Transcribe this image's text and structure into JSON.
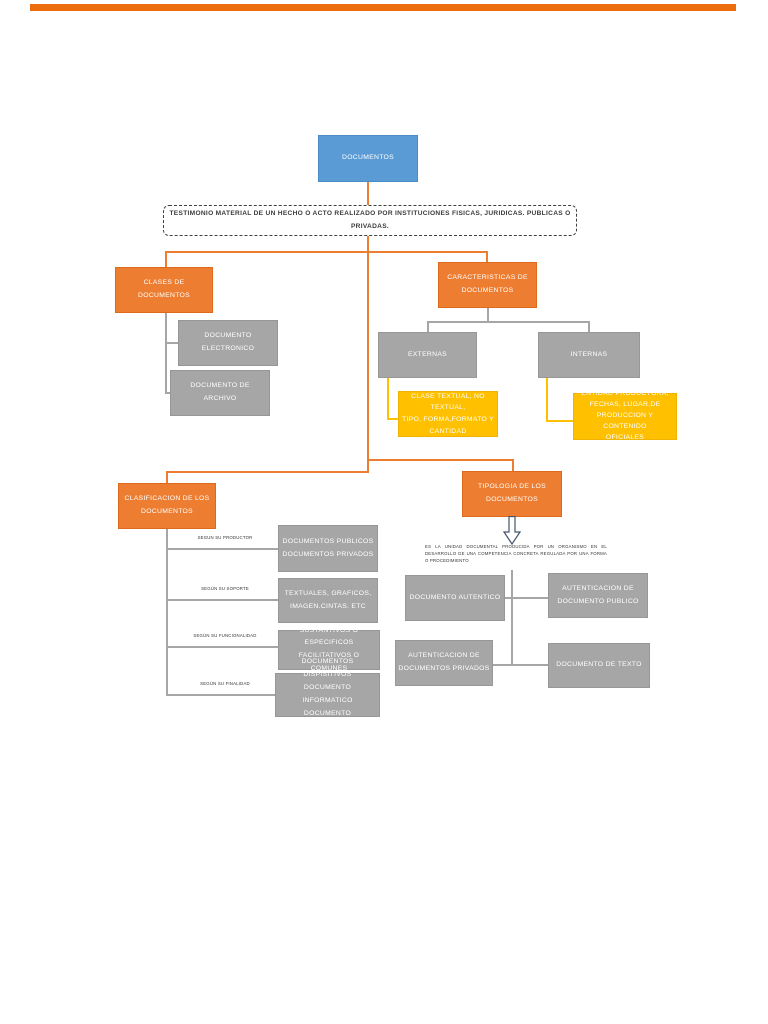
{
  "page": {
    "top_bar_color": "#ED6C0D",
    "background": "#ffffff"
  },
  "colors": {
    "accent_blue": "#5B9BD5",
    "accent_orange": "#ED7D31",
    "accent_gray": "#A6A6A6",
    "accent_yellow": "#FFC000",
    "arrow_outline": "#44546A"
  },
  "diagram": {
    "root": {
      "label": "DOCUMENTOS"
    },
    "definition": "TESTIMONIO MATERIAL DE UN HECHO O ACTO REALIZADO POR INSTITUCIONES FISICAS, JURIDICAS. PUBLICAS O\nPRIVADAS.",
    "clases": {
      "title": "CLASES DE DOCUMENTOS",
      "children": [
        {
          "label": "DOCUMENTO ELECTRONICO"
        },
        {
          "label": "DOCUMENTO DE ARCHIVO"
        }
      ]
    },
    "caracteristicas": {
      "title": "CARACTERISTICAS DE\nDOCUMENTOS",
      "externas": {
        "label": "EXTERNAS",
        "detail": "CLASE TEXTUAL, NO TEXTUAL,\nTIPO, FORMA,FORMATO Y\nCANTIDAD"
      },
      "internas": {
        "label": "INTERNAS",
        "detail": "ENTIDAD PRODUCTORA,\nFECHAS, LUGAR,DE\nPRODUCCION Y CONTENIDO\nOFICIALES"
      }
    },
    "clasificacion": {
      "title": "CLASIFICACION DE LOS\nDOCUMENTOS",
      "criteria": [
        {
          "label": "SEGUN SU PRODUCTOR",
          "value": "DOCUMENTOS PUBLICOS\nDOCUMENTOS PRIVADOS"
        },
        {
          "label": "SEGÚN SU SOPORTE",
          "value": "TEXTUALES, GRAFICOS,\nIMAGEN.CINTAS. ETC"
        },
        {
          "label": "SEGÚN SU FUNCIONALIDAD",
          "value": "SUSTANTIVOS O ESPECIFICOS\nFACILITATIVOS O COMUNES"
        },
        {
          "label": "SEGÚN SU FINALIDAD",
          "value": "DOCUMENTOS DISPISITIVOS\nDOCUMENTO INFORMATICO\nDOCUMENTO TRESTIMONIAES"
        }
      ]
    },
    "tipologia": {
      "title": "TIPOLOGIA DE LOS\nDOCUMENTOS",
      "definition": "ES LA UNIDAD DOCUMENTAL PRODUCIDA POR UN ORGANISMO EN EL DESARROLLO DE UNA COMPETENCIA CONCRETA REGULADA POR UNA FORMA O PROCEDIMIENTO",
      "boxes": [
        {
          "label": "DOCUMENTO AUTENTICO"
        },
        {
          "label": "AUTENTICACION DE\nDOCUMENTO PUBLICO"
        },
        {
          "label": "AUTENTICACION DE\nDOCUMENTOS PRIVADOS"
        },
        {
          "label": "DOCUMENTO DE TEXTO"
        }
      ]
    }
  }
}
